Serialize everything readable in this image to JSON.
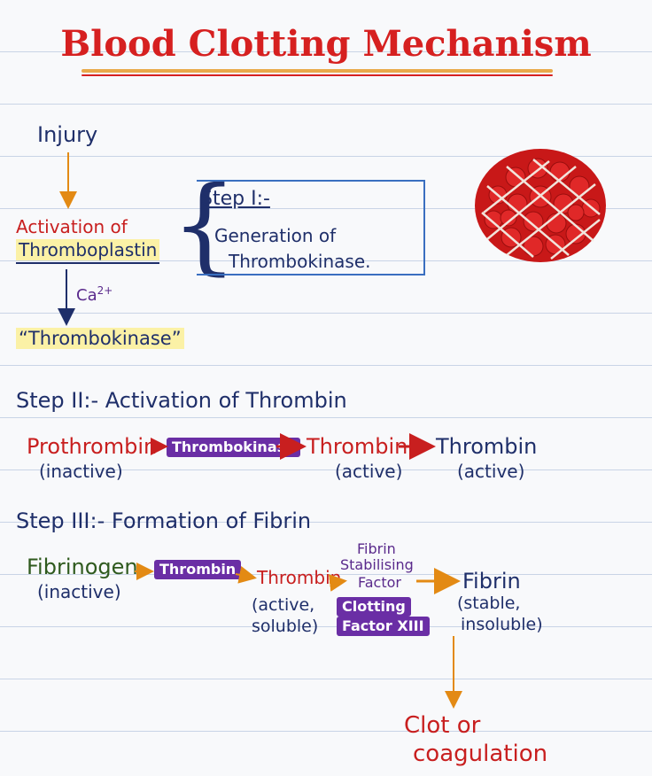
{
  "title": "Blood Clotting Mechanism",
  "colors": {
    "title": "#d62020",
    "accent_orange": "#e38a14",
    "navy": "#1f2f6a",
    "purple_badge": "#6a2ea5"
  },
  "step1": {
    "injury": "Injury",
    "activation_of": "Activation of",
    "thromboplastin": "Thromboplastin",
    "ca_label": "Ca",
    "ca_sup": "2+",
    "thrombokinase_quoted": "“Thrombokinase”",
    "step_label": "Step I:-",
    "desc_line1": "Generation of",
    "desc_line2": "Thrombokinase."
  },
  "step2": {
    "heading": "Step II:- Activation of  Thrombin",
    "prothrombin": "Prothrombin",
    "inactive": "(inactive)",
    "enzyme_badge": "Thrombokinase",
    "thrombin_1": "Thrombin",
    "active_1": "(active)",
    "thrombin_2": "Thrombin",
    "active_2": "(active)"
  },
  "step3": {
    "heading": "Step III:- Formation of  Fibrin",
    "fibrinogen": "Fibrinogen",
    "inactive": "(inactive)",
    "thrombin_badge": "Thrombin",
    "thrombin": "Thrombin",
    "active_soluble_1": "(active,",
    "active_soluble_2": "soluble)",
    "fsf_1": "Fibrin",
    "fsf_2": "Stabilising",
    "fsf_3": "Factor",
    "clotting_factor_1": "Clotting",
    "clotting_factor_2": "Factor XIII",
    "fibrin": "Fibrin",
    "stable_1": "(stable,",
    "stable_2": "insoluble)",
    "clot_1": "Clot or",
    "clot_2": "coagulation"
  },
  "illustration": {
    "name": "blood-clot-illustration"
  }
}
